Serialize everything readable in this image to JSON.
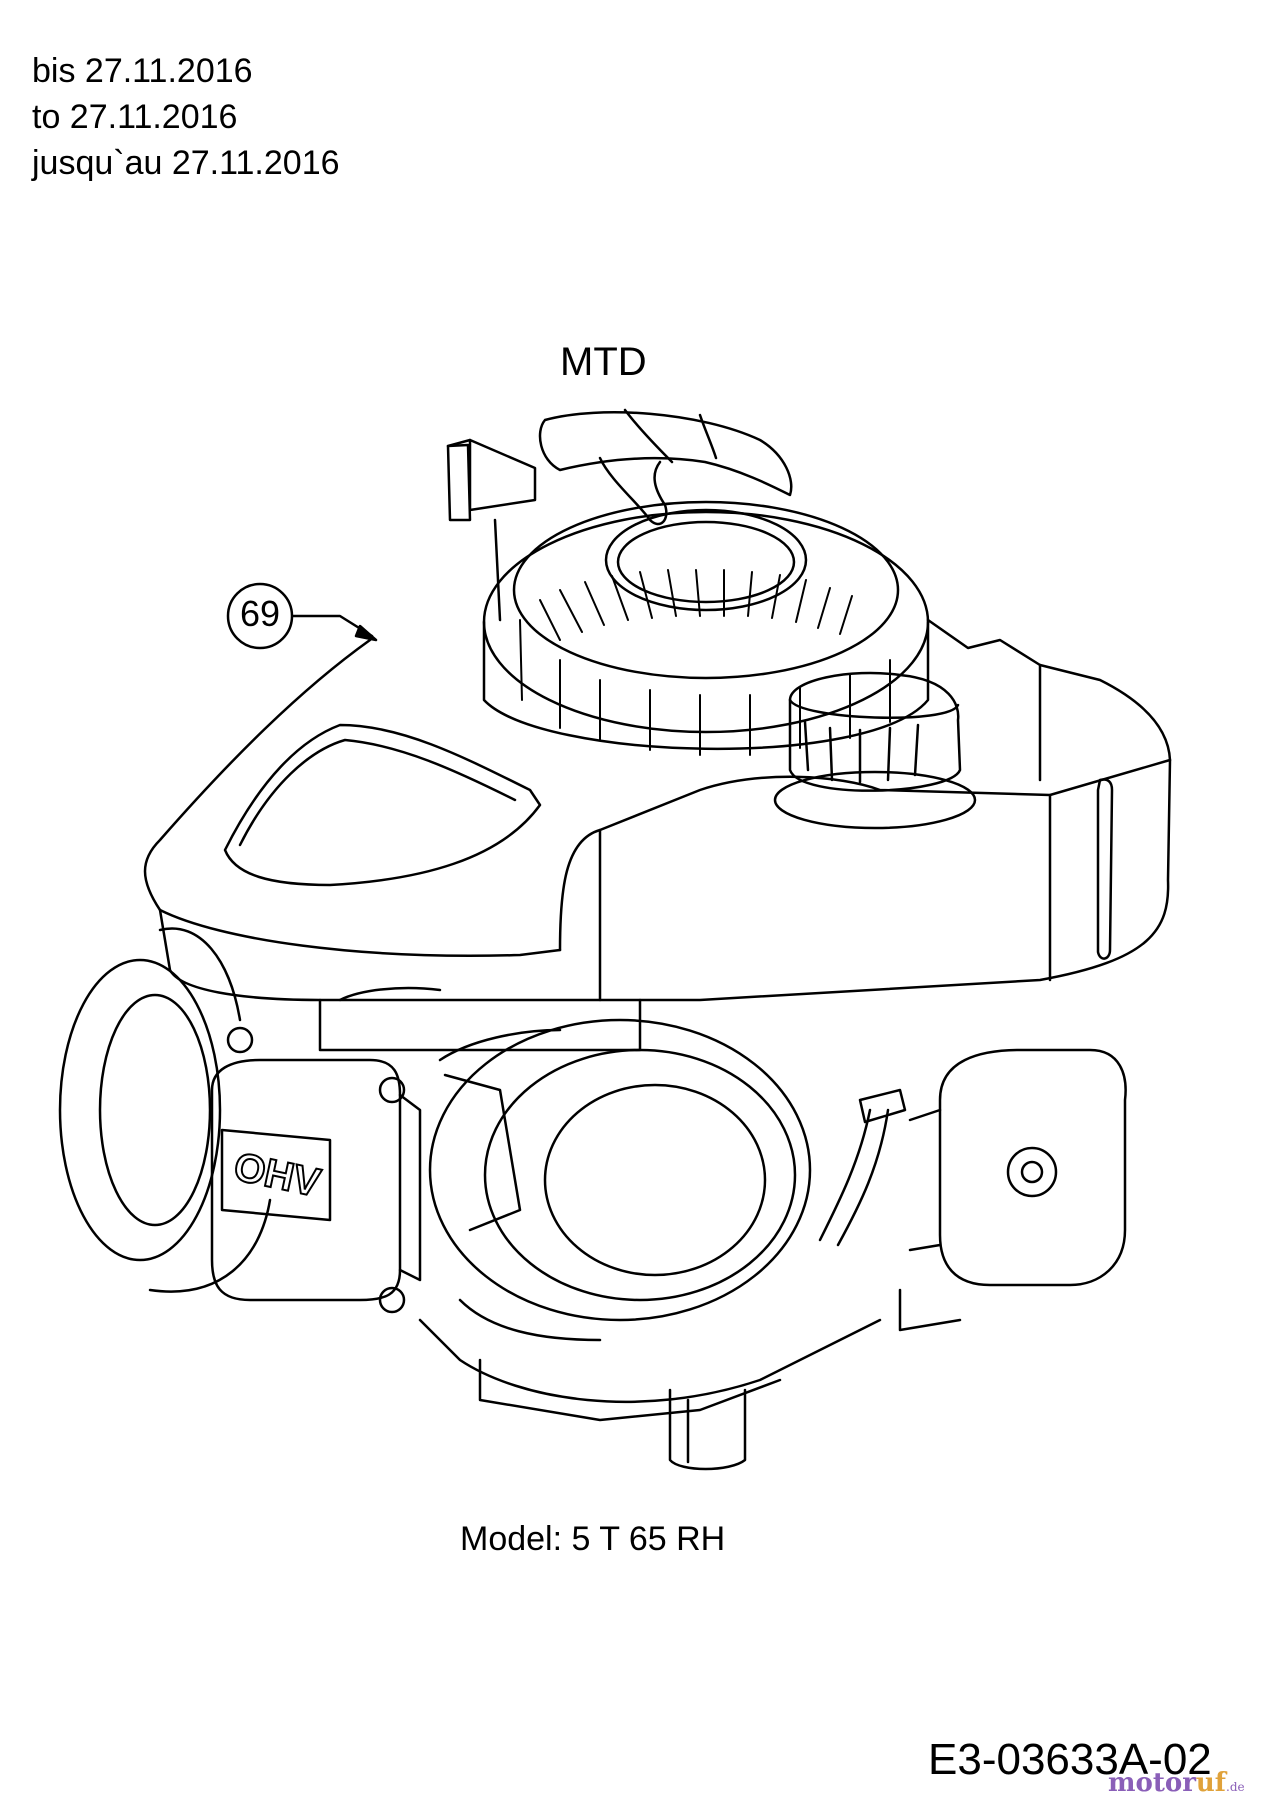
{
  "header": {
    "lines": [
      "bis 27.11.2016",
      "to 27.11.2016",
      "jusqu`au 27.11.2016"
    ]
  },
  "brand": "MTD",
  "callout": {
    "number": "69"
  },
  "engine_label": "OHV",
  "model": "Model: 5 T 65 RH",
  "reference": "E3-03633A-02",
  "watermark": {
    "part1": "motor",
    "part2": "uf",
    "part3": ".de"
  }
}
